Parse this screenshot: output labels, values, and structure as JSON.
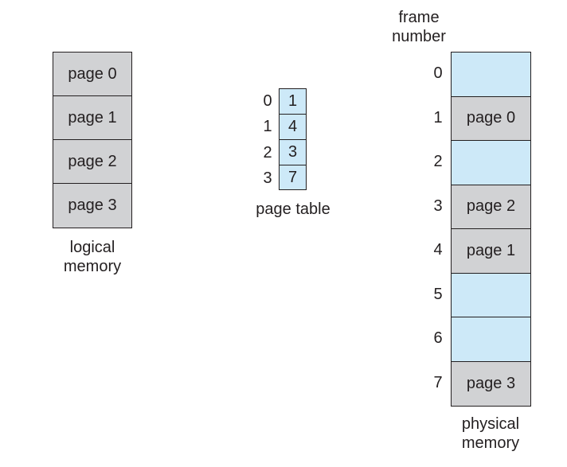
{
  "logical_memory": {
    "pages": [
      "page 0",
      "page 1",
      "page 2",
      "page 3"
    ],
    "label": "logical\nmemory"
  },
  "page_table": {
    "indices": [
      "0",
      "1",
      "2",
      "3"
    ],
    "frames": [
      "1",
      "4",
      "3",
      "7"
    ],
    "label": "page table"
  },
  "physical_memory": {
    "frame_header": "frame\nnumber",
    "frame_numbers": [
      "0",
      "1",
      "2",
      "3",
      "4",
      "5",
      "6",
      "7"
    ],
    "frames": [
      "",
      "page 0",
      "",
      "page 2",
      "page 1",
      "",
      "",
      "page 3"
    ],
    "label": "physical\nmemory"
  },
  "colors": {
    "occupied": "#d1d2d4",
    "free": "#cde9f8",
    "line": "#231f20"
  }
}
